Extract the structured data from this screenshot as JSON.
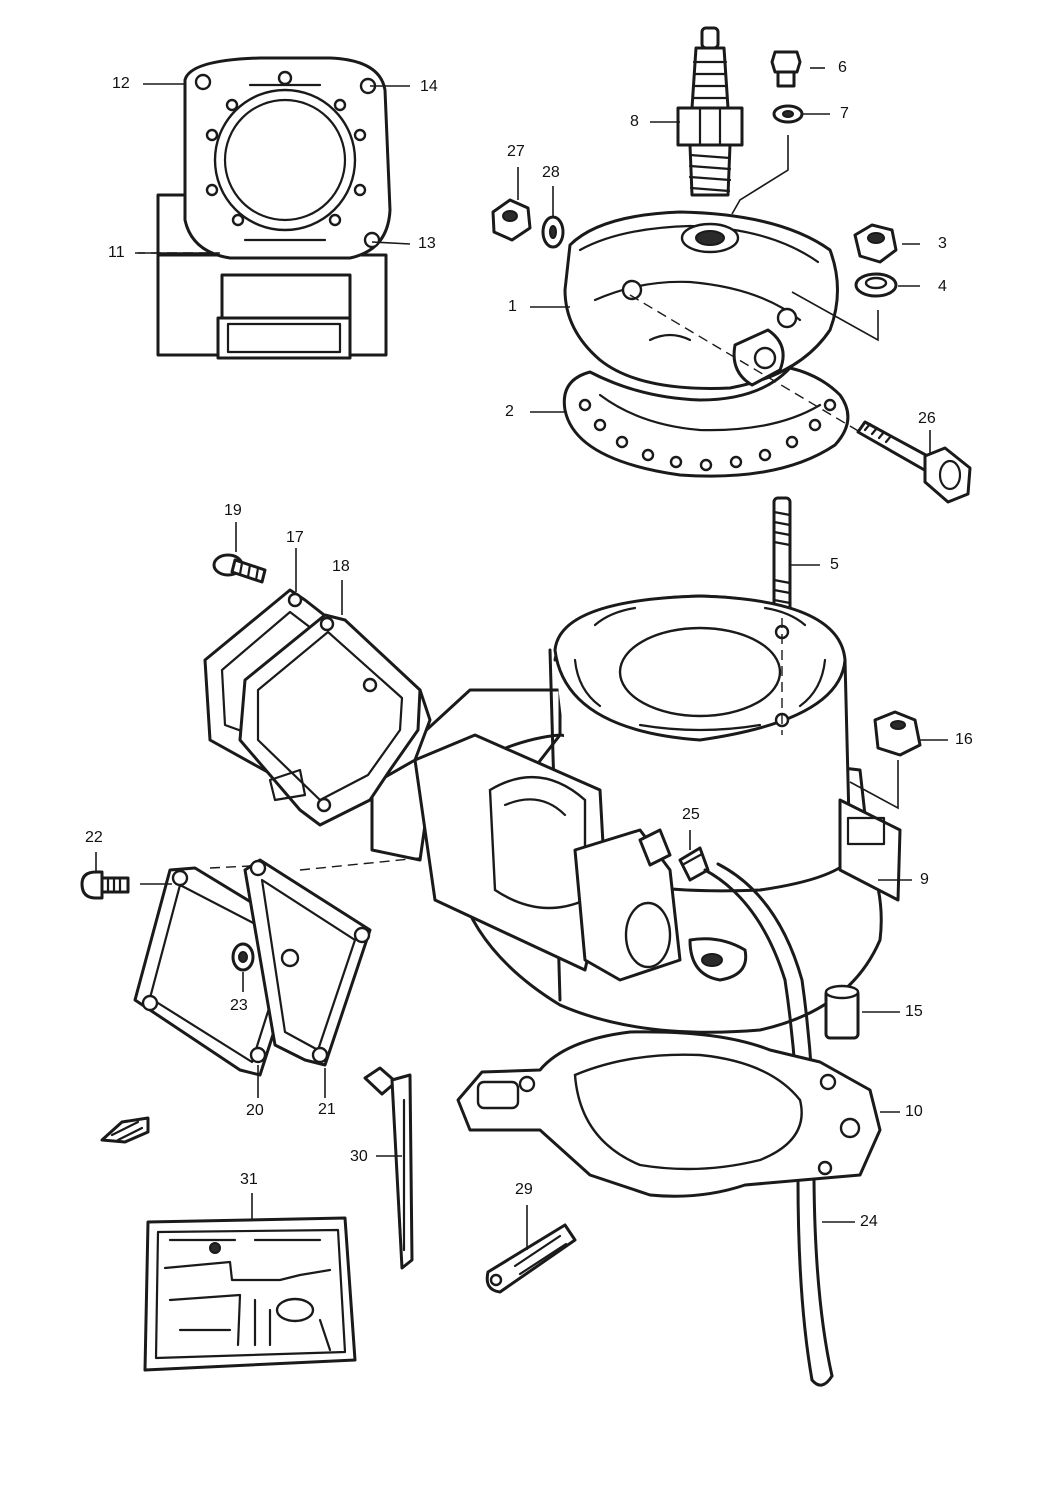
{
  "diagram": {
    "callouts": [
      {
        "label": "1"
      },
      {
        "label": "2"
      },
      {
        "label": "3"
      },
      {
        "label": "4"
      },
      {
        "label": "5"
      },
      {
        "label": "6"
      },
      {
        "label": "7"
      },
      {
        "label": "8"
      },
      {
        "label": "9"
      },
      {
        "label": "10"
      },
      {
        "label": "11"
      },
      {
        "label": "12"
      },
      {
        "label": "13"
      },
      {
        "label": "14"
      },
      {
        "label": "15"
      },
      {
        "label": "16"
      },
      {
        "label": "17"
      },
      {
        "label": "18"
      },
      {
        "label": "19"
      },
      {
        "label": "20"
      },
      {
        "label": "21"
      },
      {
        "label": "22"
      },
      {
        "label": "23"
      },
      {
        "label": "24"
      },
      {
        "label": "25"
      },
      {
        "label": "26"
      },
      {
        "label": "27"
      },
      {
        "label": "28"
      },
      {
        "label": "29"
      },
      {
        "label": "30"
      },
      {
        "label": "31"
      }
    ]
  }
}
